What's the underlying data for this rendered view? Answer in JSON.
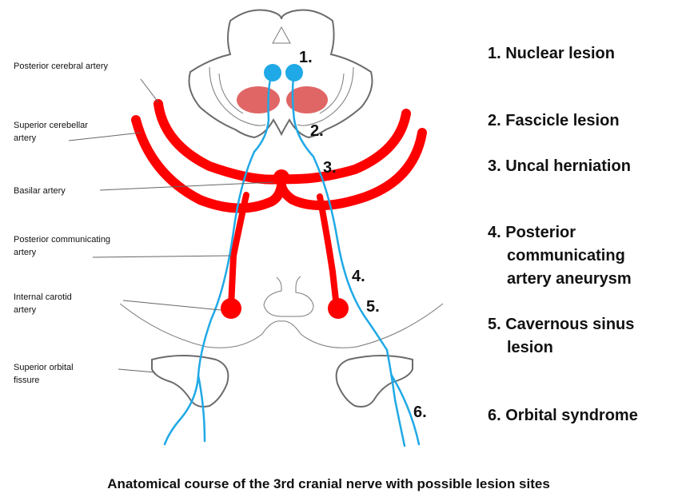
{
  "colors": {
    "artery": "#ff0000",
    "nerve": "#1fa9e6",
    "red_nucleus": "#e06666",
    "outline": "#6b6b6b"
  },
  "anatomy_labels": {
    "posterior_cerebral_artery": "Posterior cerebral artery",
    "superior_cerebellar_artery": [
      "Superior cerebellar",
      "artery"
    ],
    "basilar_artery": "Basilar artery",
    "posterior_communicating_artery": [
      "Posterior communicating",
      "artery"
    ],
    "internal_carotid_artery": [
      "Internal carotid",
      "artery"
    ],
    "superior_orbital_fissure": [
      "Superior orbital",
      "fissure"
    ]
  },
  "site_numbers": [
    "1.",
    "2.",
    "3.",
    "4.",
    "5.",
    "6."
  ],
  "legend": {
    "item1": [
      "1. Nuclear lesion"
    ],
    "item2": [
      "2. Fascicle lesion"
    ],
    "item3": [
      "3. Uncal herniation"
    ],
    "item4": [
      "4. Posterior",
      "communicating",
      "artery aneurysm"
    ],
    "item5": [
      "5. Cavernous sinus",
      "lesion"
    ],
    "item6": [
      "6. Orbital syndrome"
    ]
  },
  "caption": "Anatomical course of the 3rd cranial nerve with possible lesion sites"
}
